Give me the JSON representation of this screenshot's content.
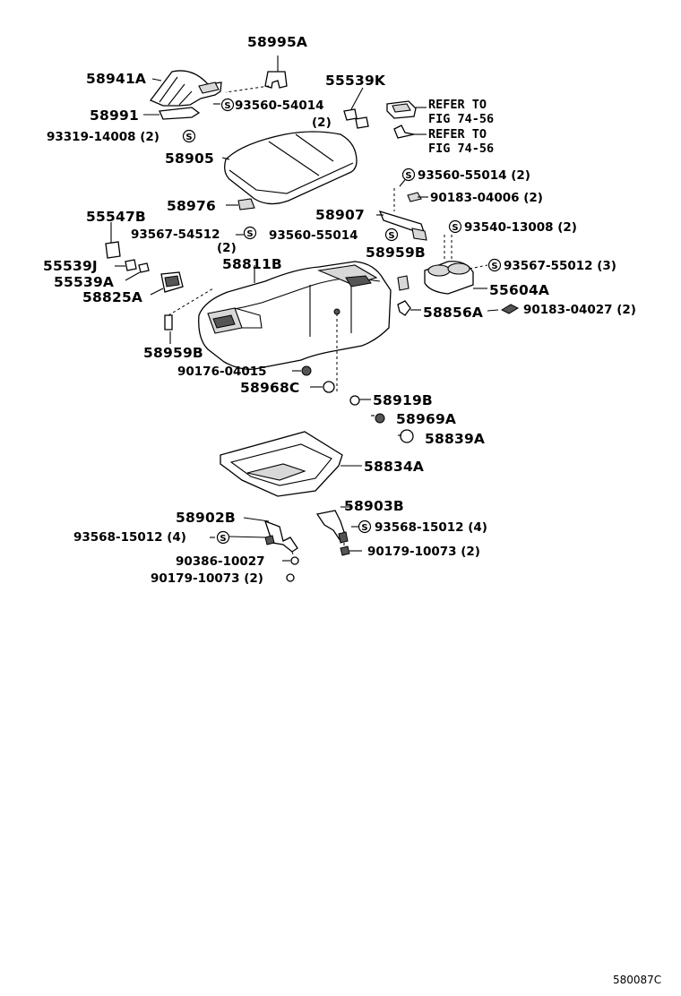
{
  "parts": {
    "p58995A": "58995A",
    "p58941A": "58941A",
    "p55539K": "55539K",
    "refer1a": "REFER TO",
    "refer1b": "FIG 74-56",
    "refer2a": "REFER TO",
    "refer2b": "FIG 74-56",
    "p58991": "58991",
    "p93560_54014": "93560-54014",
    "qty_2a": "(2)",
    "p93319": "93319-14008 (2)",
    "p58905": "58905",
    "p93560_55014_2": "93560-55014 (2)",
    "p90183_04006": "90183-04006 (2)",
    "p58976": "58976",
    "p58907": "58907",
    "p55547B": "55547B",
    "p93567_54512": "93567-54512",
    "qty_2b": "(2)",
    "p93560_55014": "93560-55014",
    "p93540": "93540-13008 (2)",
    "p58959B_r": "58959B",
    "p58811B": "58811B",
    "p55539J": "55539J",
    "p55539A": "55539A",
    "p93567_55012": "93567-55012 (3)",
    "p58825A": "58825A",
    "p55604A": "55604A",
    "p58856A": "58856A",
    "p90183_04027": "90183-04027 (2)",
    "p58959B_l": "58959B",
    "p90176": "90176-04015",
    "p58968C": "58968C",
    "p58919B": "58919B",
    "p58969A": "58969A",
    "p58839A": "58839A",
    "p58834A": "58834A",
    "p58903B": "58903B",
    "p58902B": "58902B",
    "p93568_r": "93568-15012 (4)",
    "p93568_l": "93568-15012 (4)",
    "p90179_r": "90179-10073 (2)",
    "p90386": "90386-10027",
    "p90179_l": "90179-10073 (2)"
  },
  "symbol": "S",
  "footer": {
    "code": "580087C"
  }
}
